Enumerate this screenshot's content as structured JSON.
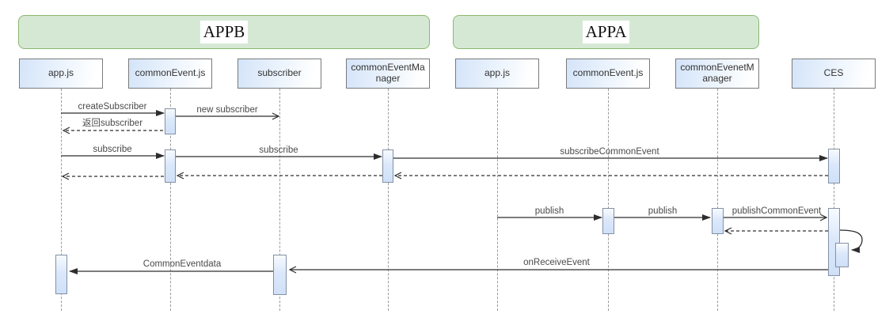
{
  "diagram": {
    "groups": [
      {
        "label": "APPB"
      },
      {
        "label": "APPA"
      }
    ],
    "actors": [
      {
        "label": "app.js"
      },
      {
        "label": "commonEvent.js"
      },
      {
        "label": "subscriber"
      },
      {
        "label": "commonEventManager"
      },
      {
        "label": "app.js"
      },
      {
        "label": "commonEvent.js"
      },
      {
        "label": "commonEvenetManager"
      },
      {
        "label": "CES"
      }
    ],
    "messages": [
      {
        "label": "createSubscriber",
        "kind": "solid-filled-arrow"
      },
      {
        "label": "new subscriber",
        "kind": "solid-open-arrow"
      },
      {
        "label": "返回subscriber",
        "kind": "dashed-open-arrow"
      },
      {
        "label": "subscribe",
        "kind": "solid-filled-arrow"
      },
      {
        "label": "subscribe",
        "kind": "solid-filled-arrow"
      },
      {
        "label": "subscribeCommonEvent",
        "kind": "solid-filled-arrow"
      },
      {
        "label": "publish",
        "kind": "solid-filled-arrow"
      },
      {
        "label": "publish",
        "kind": "solid-filled-arrow"
      },
      {
        "label": "publishCommonEvent",
        "kind": "solid-open-arrow"
      },
      {
        "label": "onReceiveEvent",
        "kind": "solid-open-arrow"
      },
      {
        "label": "CommonEventdata",
        "kind": "solid-filled-arrow"
      }
    ],
    "colors": {
      "group_fill": "#d5e8d4",
      "group_border": "#8bb870",
      "actor_fill": "#d4e4f9",
      "actor_border": "#7a7a7a",
      "activation_fill": "#cfe0f8",
      "activation_border": "#8391a5",
      "line": "#2d2d2d",
      "label_text": "#4a4a4a"
    }
  }
}
